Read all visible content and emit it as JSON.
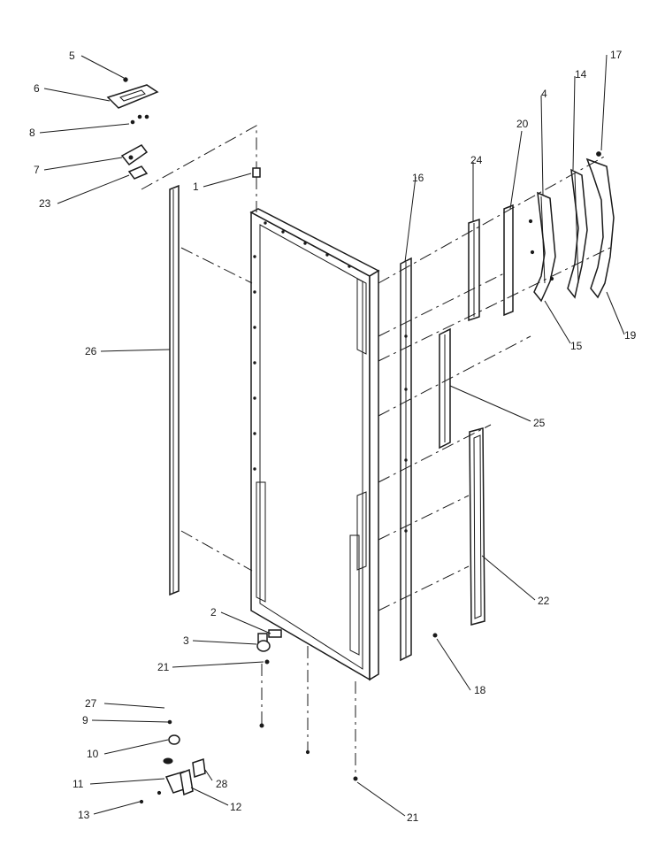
{
  "diagram": {
    "callouts": [
      {
        "id": "c5",
        "text": "5"
      },
      {
        "id": "c6",
        "text": "6"
      },
      {
        "id": "c8",
        "text": "8"
      },
      {
        "id": "c7",
        "text": "7"
      },
      {
        "id": "c23",
        "text": "23"
      },
      {
        "id": "c1",
        "text": "1"
      },
      {
        "id": "c26",
        "text": "26"
      },
      {
        "id": "c16",
        "text": "16"
      },
      {
        "id": "c24",
        "text": "24"
      },
      {
        "id": "c20",
        "text": "20"
      },
      {
        "id": "c4",
        "text": "4"
      },
      {
        "id": "c14",
        "text": "14"
      },
      {
        "id": "c17",
        "text": "17"
      },
      {
        "id": "c15",
        "text": "15"
      },
      {
        "id": "c19",
        "text": "19"
      },
      {
        "id": "c25",
        "text": "25"
      },
      {
        "id": "c22",
        "text": "22"
      },
      {
        "id": "c18",
        "text": "18"
      },
      {
        "id": "c2",
        "text": "2"
      },
      {
        "id": "c3",
        "text": "3"
      },
      {
        "id": "c21a",
        "text": "21"
      },
      {
        "id": "c27",
        "text": "27"
      },
      {
        "id": "c9",
        "text": "9"
      },
      {
        "id": "c10",
        "text": "10"
      },
      {
        "id": "c11",
        "text": "11"
      },
      {
        "id": "c28",
        "text": "28"
      },
      {
        "id": "c12",
        "text": "12"
      },
      {
        "id": "c13",
        "text": "13"
      },
      {
        "id": "c21b",
        "text": "21"
      }
    ]
  }
}
